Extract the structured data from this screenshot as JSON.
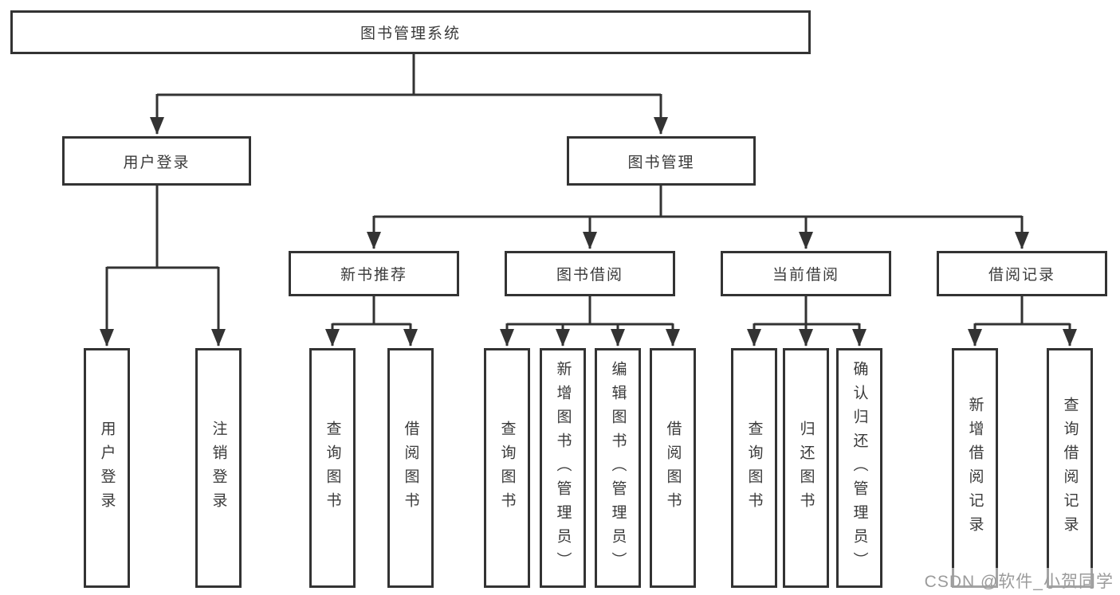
{
  "colors": {
    "line": "#333333",
    "text": "#3a3a3a",
    "watermark_text": "#9b9b9b",
    "background": "#ffffff"
  },
  "tree": {
    "root": "图书管理系统",
    "user_login": {
      "label": "用户登录",
      "children": [
        "用户登录",
        "注销登录"
      ]
    },
    "book_management": {
      "label": "图书管理",
      "groups": [
        {
          "label": "新书推荐",
          "children": [
            "查询图书",
            "借阅图书"
          ]
        },
        {
          "label": "图书借阅",
          "children": [
            "查询图书",
            "新增图书（管理员）",
            "编辑图书（管理员）",
            "借阅图书"
          ]
        },
        {
          "label": "当前借阅",
          "children": [
            "查询图书",
            "归还图书",
            "确认归还（管理员）"
          ]
        },
        {
          "label": "借阅记录",
          "children": [
            "新增借阅记录",
            "查询借阅记录"
          ]
        }
      ]
    }
  },
  "watermark": {
    "text": "CSDN @软件_小贺同学"
  }
}
